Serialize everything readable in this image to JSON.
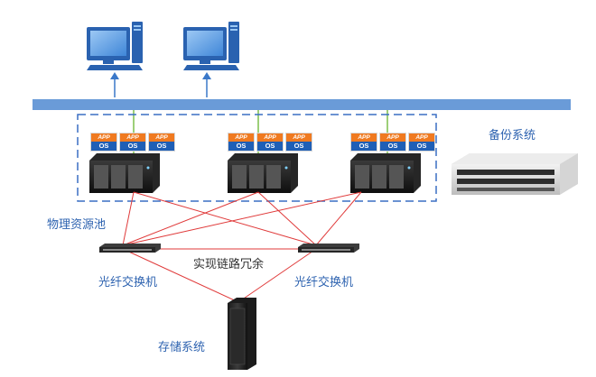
{
  "labels": {
    "backup": "备份系统",
    "pool": "物理资源池",
    "switch_left": "光纤交换机",
    "switch_right": "光纤交换机",
    "redundancy": "实现链路冗余",
    "storage": "存储系统"
  },
  "chips": {
    "app": "APP",
    "os": "OS"
  },
  "colors": {
    "network_bar": "#6a9bd8",
    "dashed_border": "#3a6fc4",
    "redundant_links": "#e03a3a",
    "label_blue": "#2e63b0",
    "app_orange": "#f07a20",
    "os_blue": "#1f5fb6"
  },
  "icons": [
    "desktop-computer-icon",
    "rack-server-icon",
    "backup-server-icon",
    "fibre-switch-icon",
    "storage-cabinet-icon"
  ]
}
